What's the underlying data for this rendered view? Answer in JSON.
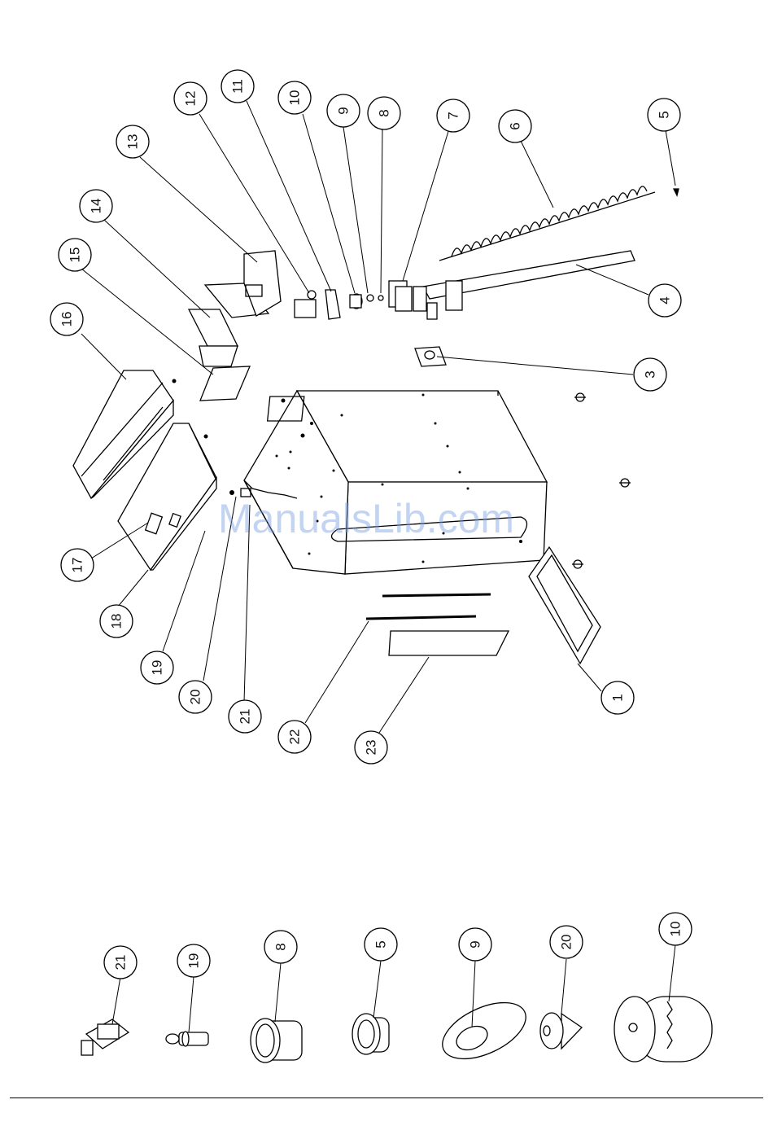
{
  "watermark": "ManualsLib.com",
  "callouts": {
    "c1": "1",
    "c3": "3",
    "c4": "4",
    "c5": "5",
    "c6": "6",
    "c7": "7",
    "c8": "8",
    "c9": "9",
    "c10": "10",
    "c11": "11",
    "c12": "12",
    "c13": "13",
    "c14": "14",
    "c15": "15",
    "c16": "16",
    "c17": "17",
    "c18": "18",
    "c19": "19",
    "c20": "20",
    "c21": "21",
    "c22": "22",
    "c23": "23"
  },
  "detail_callouts": {
    "d21": "21",
    "d19": "19",
    "d8": "8",
    "d5": "5",
    "d9": "9",
    "d20": "20",
    "d10": "10"
  }
}
